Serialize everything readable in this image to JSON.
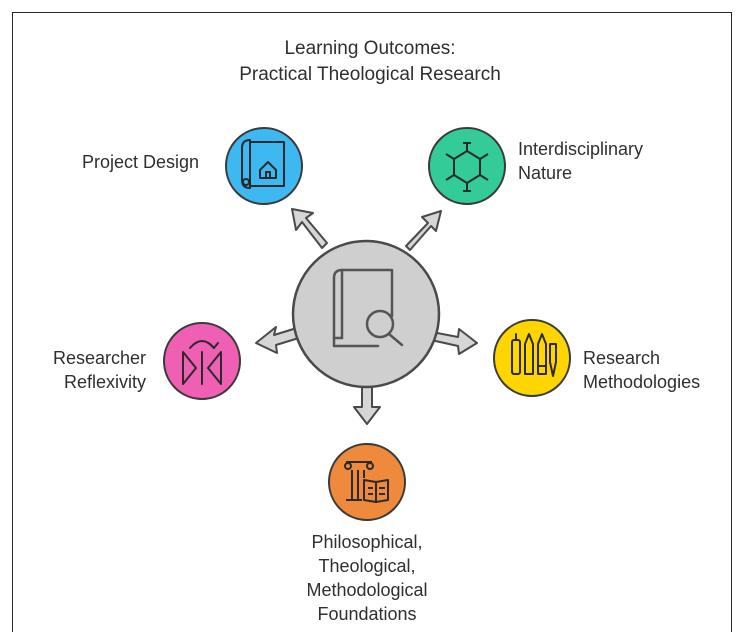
{
  "diagram": {
    "title": "Learning Outcomes:",
    "subtitle": "Practical Theological Research",
    "center": {
      "icon": "book-search-icon",
      "color": "#cfcfcf"
    },
    "nodes": [
      {
        "id": "project-design",
        "label": "Project Design",
        "icon": "blueprint-house-icon",
        "color": "#3db8f0"
      },
      {
        "id": "interdisciplinary",
        "label": "Interdisciplinary\nNature",
        "icon": "molecule-network-icon",
        "color": "#33cc99"
      },
      {
        "id": "research-methodologies",
        "label": "Research\nMethodologies",
        "icon": "pens-tools-icon",
        "color": "#ffd500"
      },
      {
        "id": "foundations",
        "label": "Philosophical,\nTheological,\nMethodological\nFoundations",
        "icon": "column-book-icon",
        "color": "#ef8a3c"
      },
      {
        "id": "reflexivity",
        "label": "Researcher\nReflexivity",
        "icon": "mirror-reflect-icon",
        "color": "#ef5fb4"
      }
    ]
  }
}
